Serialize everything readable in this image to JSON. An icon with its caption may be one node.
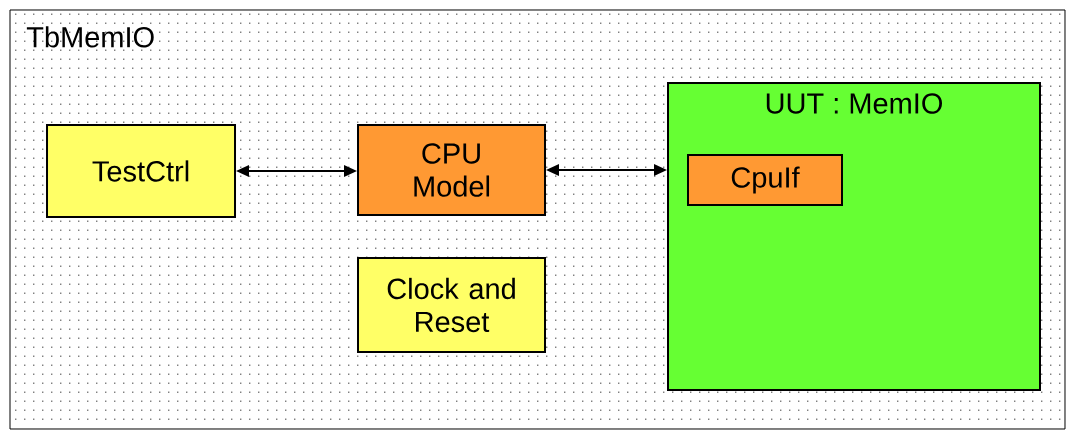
{
  "diagram": {
    "nodes": [
      {
        "text": [
          "TbMemIO"
        ]
      },
      {
        "text": [
          "TestCtrl"
        ],
        "in": 0
      },
      {
        "text": [
          "CPU Model"
        ],
        "in": 0
      },
      {
        "text": [
          "Clock and Reset"
        ],
        "in": 0
      },
      {
        "text": [
          "UUT :  MemIO"
        ],
        "in": 0
      },
      {
        "text": [
          "CpuIf"
        ],
        "in": 4
      }
    ],
    "edges": [
      {
        "from": 1,
        "to": 2,
        "arrow": "both"
      },
      {
        "from": 2,
        "to": 4,
        "arrow": "both"
      }
    ]
  }
}
